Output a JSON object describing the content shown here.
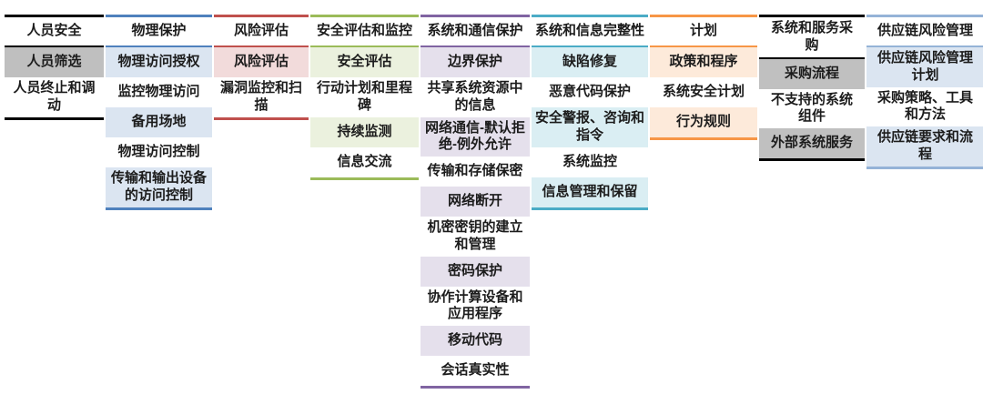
{
  "columns": [
    {
      "id": "personnel-security",
      "header": "人员安全",
      "accent": "#000000",
      "highlight": "#bfbfbf",
      "items": [
        {
          "label": "人员筛选",
          "highlighted": true
        },
        {
          "label": "人员终止和调动",
          "highlighted": false
        }
      ]
    },
    {
      "id": "physical-protection",
      "header": "物理保护",
      "accent": "#4f81bd",
      "highlight": "#dbe5f1",
      "items": [
        {
          "label": "物理访问授权",
          "highlighted": true
        },
        {
          "label": "监控物理访问",
          "highlighted": false
        },
        {
          "label": "备用场地",
          "highlighted": true
        },
        {
          "label": "物理访问控制",
          "highlighted": false
        },
        {
          "label": "传输和输出设备的访问控制",
          "highlighted": true
        }
      ]
    },
    {
      "id": "risk-assessment",
      "header": "风险评估",
      "accent": "#c0504d",
      "highlight": "#f2dbdb",
      "items": [
        {
          "label": "风险评估",
          "highlighted": true
        },
        {
          "label": "漏洞监控和扫描",
          "highlighted": false
        }
      ]
    },
    {
      "id": "security-assessment-and-monitoring",
      "header": "安全评估和监控",
      "accent": "#9bbb59",
      "highlight": "#ebf1de",
      "items": [
        {
          "label": "安全评估",
          "highlighted": true
        },
        {
          "label": "行动计划和里程碑",
          "highlighted": false
        },
        {
          "label": "持续监测",
          "highlighted": true
        },
        {
          "label": "信息交流",
          "highlighted": false
        }
      ]
    },
    {
      "id": "system-and-communications-protection",
      "header": "系统和通信保护",
      "accent": "#8064a2",
      "highlight": "#e5e0ec",
      "items": [
        {
          "label": "边界保护",
          "highlighted": true
        },
        {
          "label": "共享系统资源中的信息",
          "highlighted": false
        },
        {
          "label": "网络通信-默认拒绝-例外允许",
          "highlighted": true
        },
        {
          "label": "传输和存储保密",
          "highlighted": false
        },
        {
          "label": "网络断开",
          "highlighted": true
        },
        {
          "label": "机密密钥的建立和管理",
          "highlighted": false
        },
        {
          "label": "密码保护",
          "highlighted": true
        },
        {
          "label": "协作计算设备和应用程序",
          "highlighted": false
        },
        {
          "label": "移动代码",
          "highlighted": true
        },
        {
          "label": "会话真实性",
          "highlighted": false
        }
      ]
    },
    {
      "id": "system-and-information-integrity",
      "header": "系统和信息完整性",
      "accent": "#4bacc6",
      "highlight": "#daeef3",
      "items": [
        {
          "label": "缺陷修复",
          "highlighted": true
        },
        {
          "label": "恶意代码保护",
          "highlighted": false
        },
        {
          "label": "安全警报、咨询和指令",
          "highlighted": true
        },
        {
          "label": "系统监控",
          "highlighted": false
        },
        {
          "label": "信息管理和保留",
          "highlighted": true
        }
      ]
    },
    {
      "id": "planning",
      "header": "计划",
      "accent": "#f79646",
      "highlight": "#fdeada",
      "items": [
        {
          "label": "政策和程序",
          "highlighted": true
        },
        {
          "label": "系统安全计划",
          "highlighted": false
        },
        {
          "label": "行为规则",
          "highlighted": true
        }
      ]
    },
    {
      "id": "system-and-services-acquisition",
      "header": "系统和服务采购",
      "accent": "#000000",
      "highlight": "#c0c0c0",
      "items": [
        {
          "label": "采购流程",
          "highlighted": true
        },
        {
          "label": "不支持的系统组件",
          "highlighted": false
        },
        {
          "label": "外部系统服务",
          "highlighted": true
        }
      ]
    },
    {
      "id": "supply-chain-risk-management",
      "header": "供应链风险管理",
      "accent": "#95b3d7",
      "highlight": "#dbe5f1",
      "items": [
        {
          "label": "供应链风险管理计划",
          "highlighted": true
        },
        {
          "label": "采购策略、工具和方法",
          "highlighted": false
        },
        {
          "label": "供应链要求和流程",
          "highlighted": true
        }
      ]
    }
  ]
}
